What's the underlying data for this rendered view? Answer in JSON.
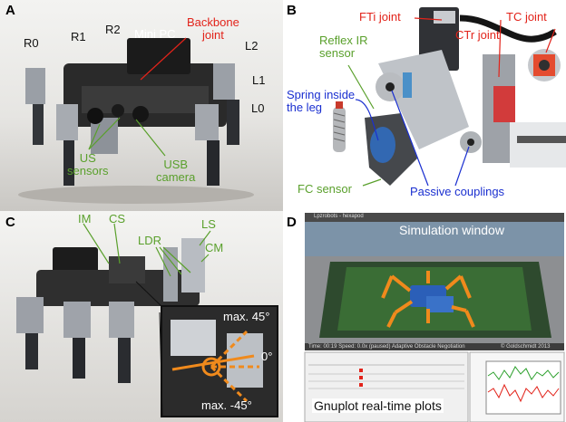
{
  "panels": {
    "a": {
      "letter": "A",
      "labels": {
        "r0": "R0",
        "r1": "R1",
        "r2": "R2",
        "minipc": "Mini PC",
        "backbone": "Backbone\njoint",
        "l2": "L2",
        "l1": "L1",
        "l0": "L0",
        "us": "US\nsensors",
        "usb": "USB\ncamera"
      }
    },
    "b": {
      "letter": "B",
      "labels": {
        "fti": "FTi joint",
        "ctr": "CTr joint",
        "tc": "TC joint",
        "reflex": "Reflex IR\nsensor",
        "spring": "Spring inside\nthe leg",
        "fc": "FC sensor",
        "passive": "Passive couplings"
      }
    },
    "c": {
      "letter": "C",
      "labels": {
        "im": "IM",
        "cs": "CS",
        "ldr": "LDR",
        "ls": "LS",
        "cm": "CM",
        "max45": "max. 45°",
        "zero": "0°",
        "min45": "max. -45°"
      }
    },
    "d": {
      "letter": "D",
      "window_title": "Lpzrobots - hexapod",
      "sim_label": "Simulation window",
      "status_text": "Time: 00:19  Speed: 0.0x (paused)   Adaptive Obstacle Negotiation",
      "copyright": "© Goldschmidt 2013",
      "gnuplot_label": "Gnuplot real-time plots"
    }
  },
  "colors": {
    "green": "#5aa02c",
    "red": "#e2231a",
    "blue": "#1a2fd0",
    "orange": "#f08a1c"
  }
}
